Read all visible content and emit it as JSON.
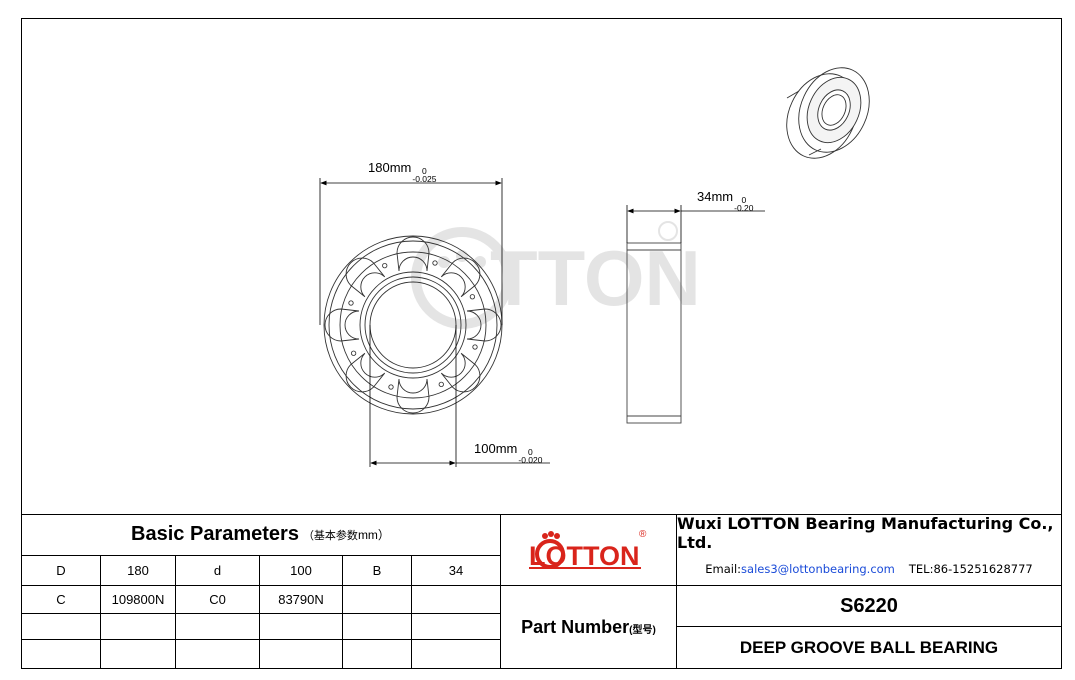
{
  "drawing": {
    "outer_diameter": {
      "label": "180mm",
      "upper": "0",
      "lower": "-0.025"
    },
    "width": {
      "label": "34mm",
      "upper": "0",
      "lower": "-0.20"
    },
    "bore": {
      "label": "100mm",
      "upper": "0",
      "lower": "-0.020"
    },
    "watermark": "LOTTON"
  },
  "logo": {
    "text": "LOTTON",
    "registered": "®",
    "color": "#d9241b"
  },
  "basic_parameters": {
    "title": "Basic Parameters",
    "subtitle": "（基本参数",
    "unit": "mm）",
    "rows": [
      [
        "D",
        "180",
        "d",
        "100",
        "B",
        "34"
      ],
      [
        "C",
        "109800N",
        "C0",
        "83790N",
        "",
        ""
      ],
      [
        "",
        "",
        "",
        "",
        "",
        ""
      ],
      [
        "",
        "",
        "",
        "",
        "",
        ""
      ]
    ]
  },
  "company": {
    "name": "Wuxi LOTTON Bearing Manufacturing Co., Ltd.",
    "email_label": "Email:",
    "email": "sales3@lottonbearing.com",
    "tel": "TEL:86-15251628777"
  },
  "part": {
    "label": "Part Number",
    "label_sub": "(型号)",
    "number": "S6220",
    "type": "DEEP GROOVE BALL BEARING"
  }
}
